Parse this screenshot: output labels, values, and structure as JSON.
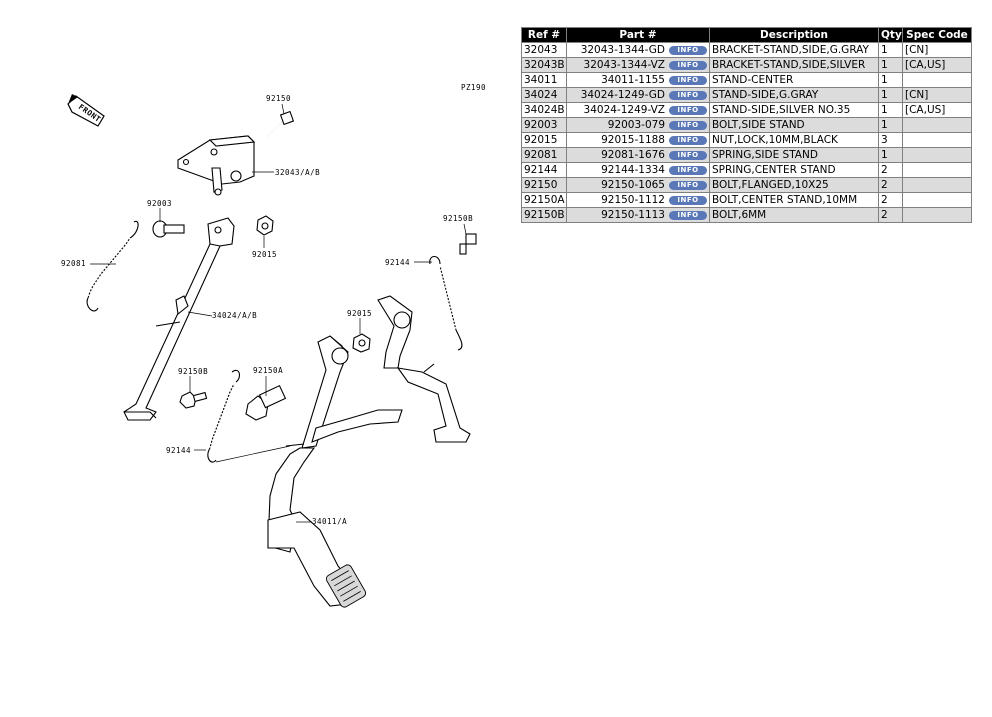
{
  "diagram": {
    "code": "PZ190",
    "front_label": "FRONT",
    "callouts": {
      "c92150_top": "92150",
      "c32043": "32043/A/B",
      "c92003": "92003",
      "c92015_a": "92015",
      "c92081": "92081",
      "c34024": "34024/A/B",
      "c92150b_r": "92150B",
      "c92144_r": "92144",
      "c92015_b": "92015",
      "c92150b_l": "92150B",
      "c92150a": "92150A",
      "c92144_l": "92144",
      "c34011": "34011/A"
    }
  },
  "table": {
    "headers": {
      "ref": "Ref #",
      "part": "Part #",
      "desc": "Description",
      "qty": "Qty",
      "spec": "Spec Code"
    },
    "info_label": "INFO",
    "rows": [
      {
        "ref": "32043",
        "part": "32043-1344-GD",
        "desc": "BRACKET-STAND,SIDE,G.GRAY",
        "qty": "1",
        "spec": "[CN]"
      },
      {
        "ref": "32043B",
        "part": "32043-1344-VZ",
        "desc": "BRACKET-STAND,SIDE,SILVER",
        "qty": "1",
        "spec": "[CA,US]"
      },
      {
        "ref": "34011",
        "part": "34011-1155",
        "desc": "STAND-CENTER",
        "qty": "1",
        "spec": ""
      },
      {
        "ref": "34024",
        "part": "34024-1249-GD",
        "desc": "STAND-SIDE,G.GRAY",
        "qty": "1",
        "spec": "[CN]"
      },
      {
        "ref": "34024B",
        "part": "34024-1249-VZ",
        "desc": "STAND-SIDE,SILVER NO.35",
        "qty": "1",
        "spec": "[CA,US]"
      },
      {
        "ref": "92003",
        "part": "92003-079",
        "desc": "BOLT,SIDE STAND",
        "qty": "1",
        "spec": ""
      },
      {
        "ref": "92015",
        "part": "92015-1188",
        "desc": "NUT,LOCK,10MM,BLACK",
        "qty": "3",
        "spec": ""
      },
      {
        "ref": "92081",
        "part": "92081-1676",
        "desc": "SPRING,SIDE STAND",
        "qty": "1",
        "spec": ""
      },
      {
        "ref": "92144",
        "part": "92144-1334",
        "desc": "SPRING,CENTER STAND",
        "qty": "2",
        "spec": ""
      },
      {
        "ref": "92150",
        "part": "92150-1065",
        "desc": "BOLT,FLANGED,10X25",
        "qty": "2",
        "spec": ""
      },
      {
        "ref": "92150A",
        "part": "92150-1112",
        "desc": "BOLT,CENTER STAND,10MM",
        "qty": "2",
        "spec": ""
      },
      {
        "ref": "92150B",
        "part": "92150-1113",
        "desc": "BOLT,6MM",
        "qty": "2",
        "spec": ""
      }
    ]
  }
}
